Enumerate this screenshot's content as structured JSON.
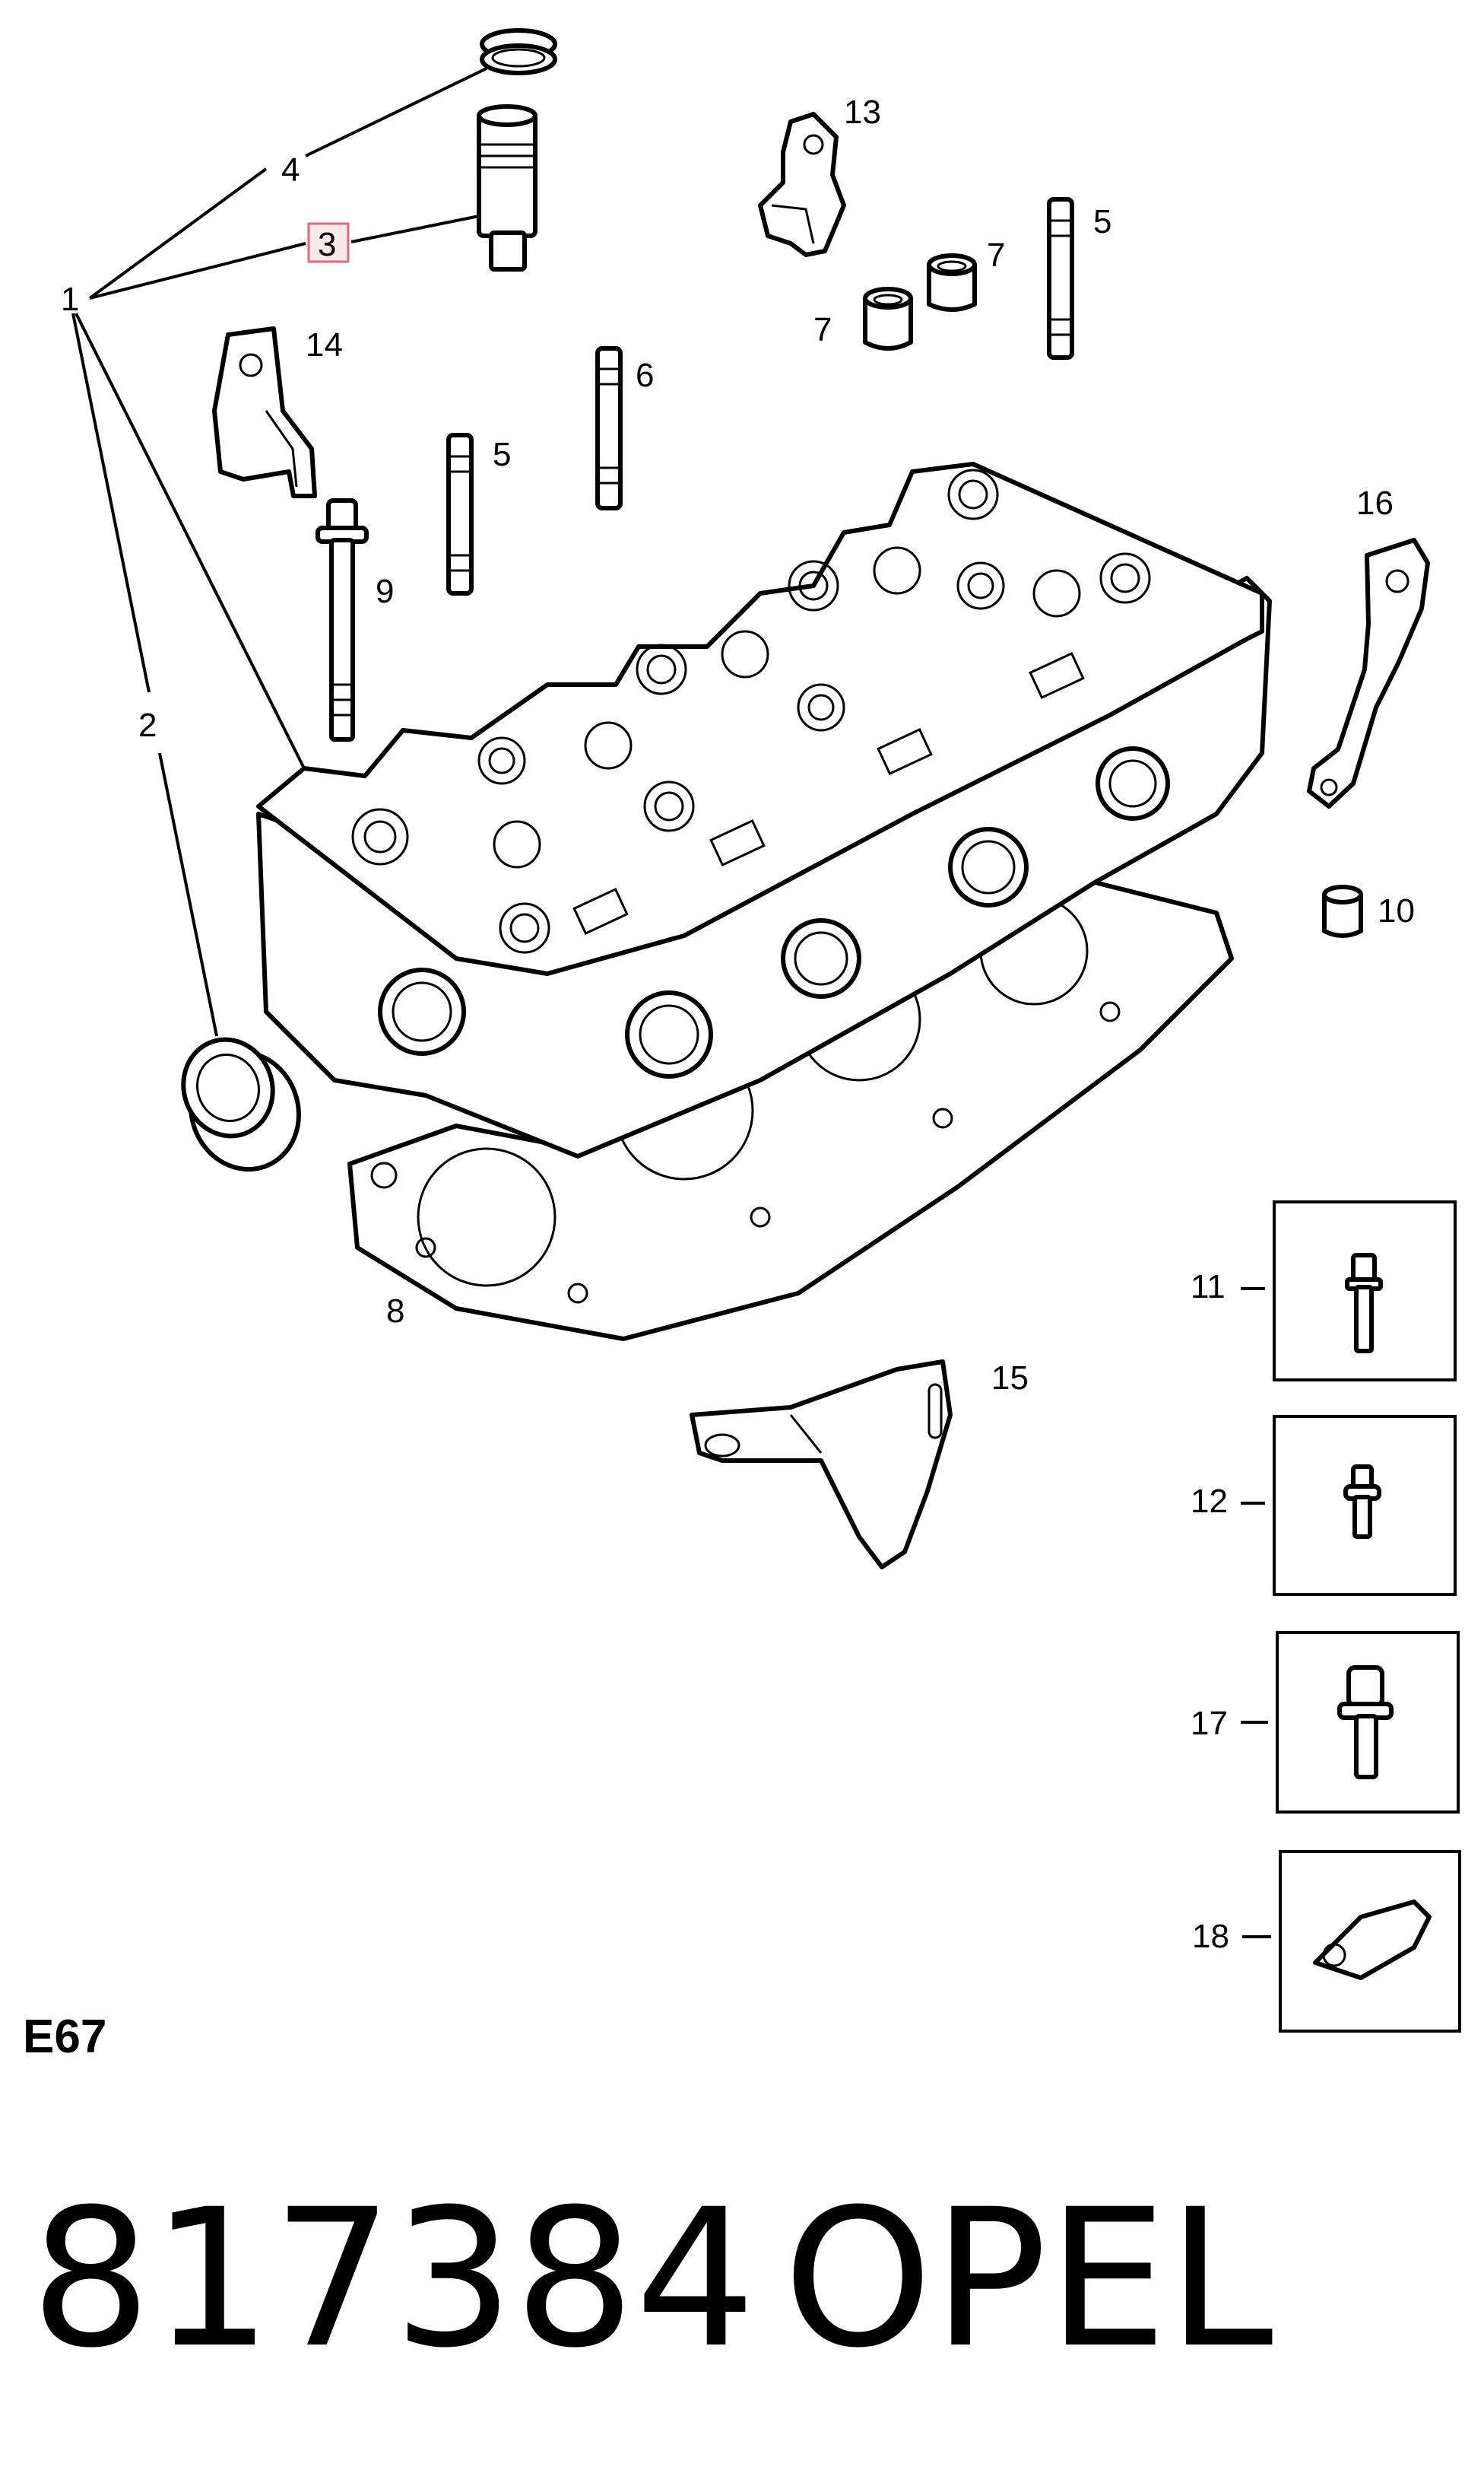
{
  "diagram": {
    "callouts": {
      "c1": "1",
      "c2": "2",
      "c3": "3",
      "c4": "4",
      "c5a": "5",
      "c5b": "5",
      "c6": "6",
      "c7a": "7",
      "c7b": "7",
      "c8": "8",
      "c9": "9",
      "c10": "10",
      "c11": "11",
      "c12": "12",
      "c13": "13",
      "c14": "14",
      "c15": "15",
      "c16": "16",
      "c17": "17",
      "c18": "18"
    },
    "highlighted_callout": "3",
    "highlight_color": "#e06b7a",
    "section_code": "E67",
    "part_number": "817384",
    "brand": "OPEL"
  }
}
